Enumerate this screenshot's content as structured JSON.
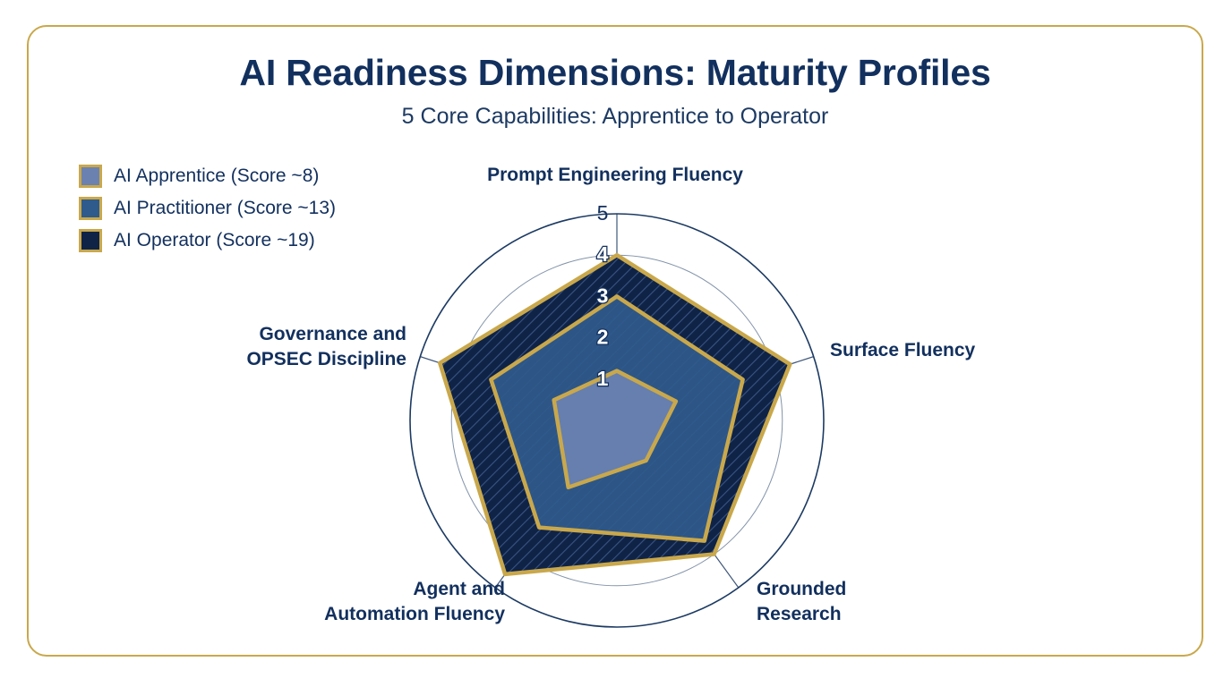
{
  "header": {
    "title": "AI Readiness Dimensions: Maturity Profiles",
    "subtitle": "5 Core Capabilities: Apprentice to Operator"
  },
  "legend": {
    "items": [
      {
        "label": "AI Apprentice (Score ~8)",
        "color": "#6B82B0"
      },
      {
        "label": "AI Practitioner (Score ~13)",
        "color": "#2F5A8C"
      },
      {
        "label": "AI Operator (Score ~19)",
        "color": "#0F2347"
      }
    ]
  },
  "colors": {
    "accent_gold": "#C9A84C",
    "navy_text": "#12305E",
    "grid_line": "#1C3A63",
    "card_border": "#C9A84C",
    "background": "#FFFFFF"
  },
  "chart_data": {
    "type": "radar",
    "title": "AI Readiness Dimensions: Maturity Profiles",
    "subtitle": "5 Core Capabilities: Apprentice to Operator",
    "categories": [
      "Prompt Engineering Fluency",
      "Surface Fluency",
      "Grounded Research",
      "Agent and Automation Fluency",
      "Governance and OPSEC Discipline"
    ],
    "category_lines": [
      [
        "Prompt Engineering Fluency"
      ],
      [
        "Surface Fluency"
      ],
      [
        "Grounded",
        "Research"
      ],
      [
        "Agent and",
        "Automation Fluency"
      ],
      [
        "Governance and",
        "OPSEC Discipline"
      ]
    ],
    "series": [
      {
        "name": "AI Apprentice (Score ~8)",
        "score": 8,
        "color": "#6B82B0",
        "values": [
          1.2,
          1.5,
          1.2,
          2.0,
          1.6
        ]
      },
      {
        "name": "AI Practitioner (Score ~13)",
        "score": 13,
        "color": "#2F5A8C",
        "values": [
          3.0,
          3.2,
          3.6,
          3.2,
          3.2
        ]
      },
      {
        "name": "AI Operator (Score ~19)",
        "score": 19,
        "color": "#0F2347",
        "values": [
          4.0,
          4.4,
          4.0,
          4.6,
          4.5
        ]
      }
    ],
    "radial_ticks": [
      1,
      2,
      3,
      4,
      5
    ],
    "rlim": [
      0,
      5
    ],
    "grid": true,
    "legend_position": "top-left"
  }
}
